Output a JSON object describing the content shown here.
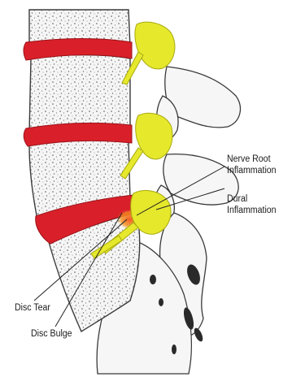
{
  "diagram": {
    "labels": {
      "nerve_root_inflammation": [
        "Nerve Root",
        "Inflammation"
      ],
      "dural_inflammation": [
        "Dural",
        "Inflammation"
      ],
      "disc_tear": "Disc Tear",
      "disc_bulge": "Disc Bulge"
    },
    "colors": {
      "disc": "#d9202a",
      "nerve": "#e6e82c",
      "inflammation": "#f26b21",
      "bone_outline": "#3a3a3a",
      "bone_fill": "#f4f4f4"
    }
  }
}
